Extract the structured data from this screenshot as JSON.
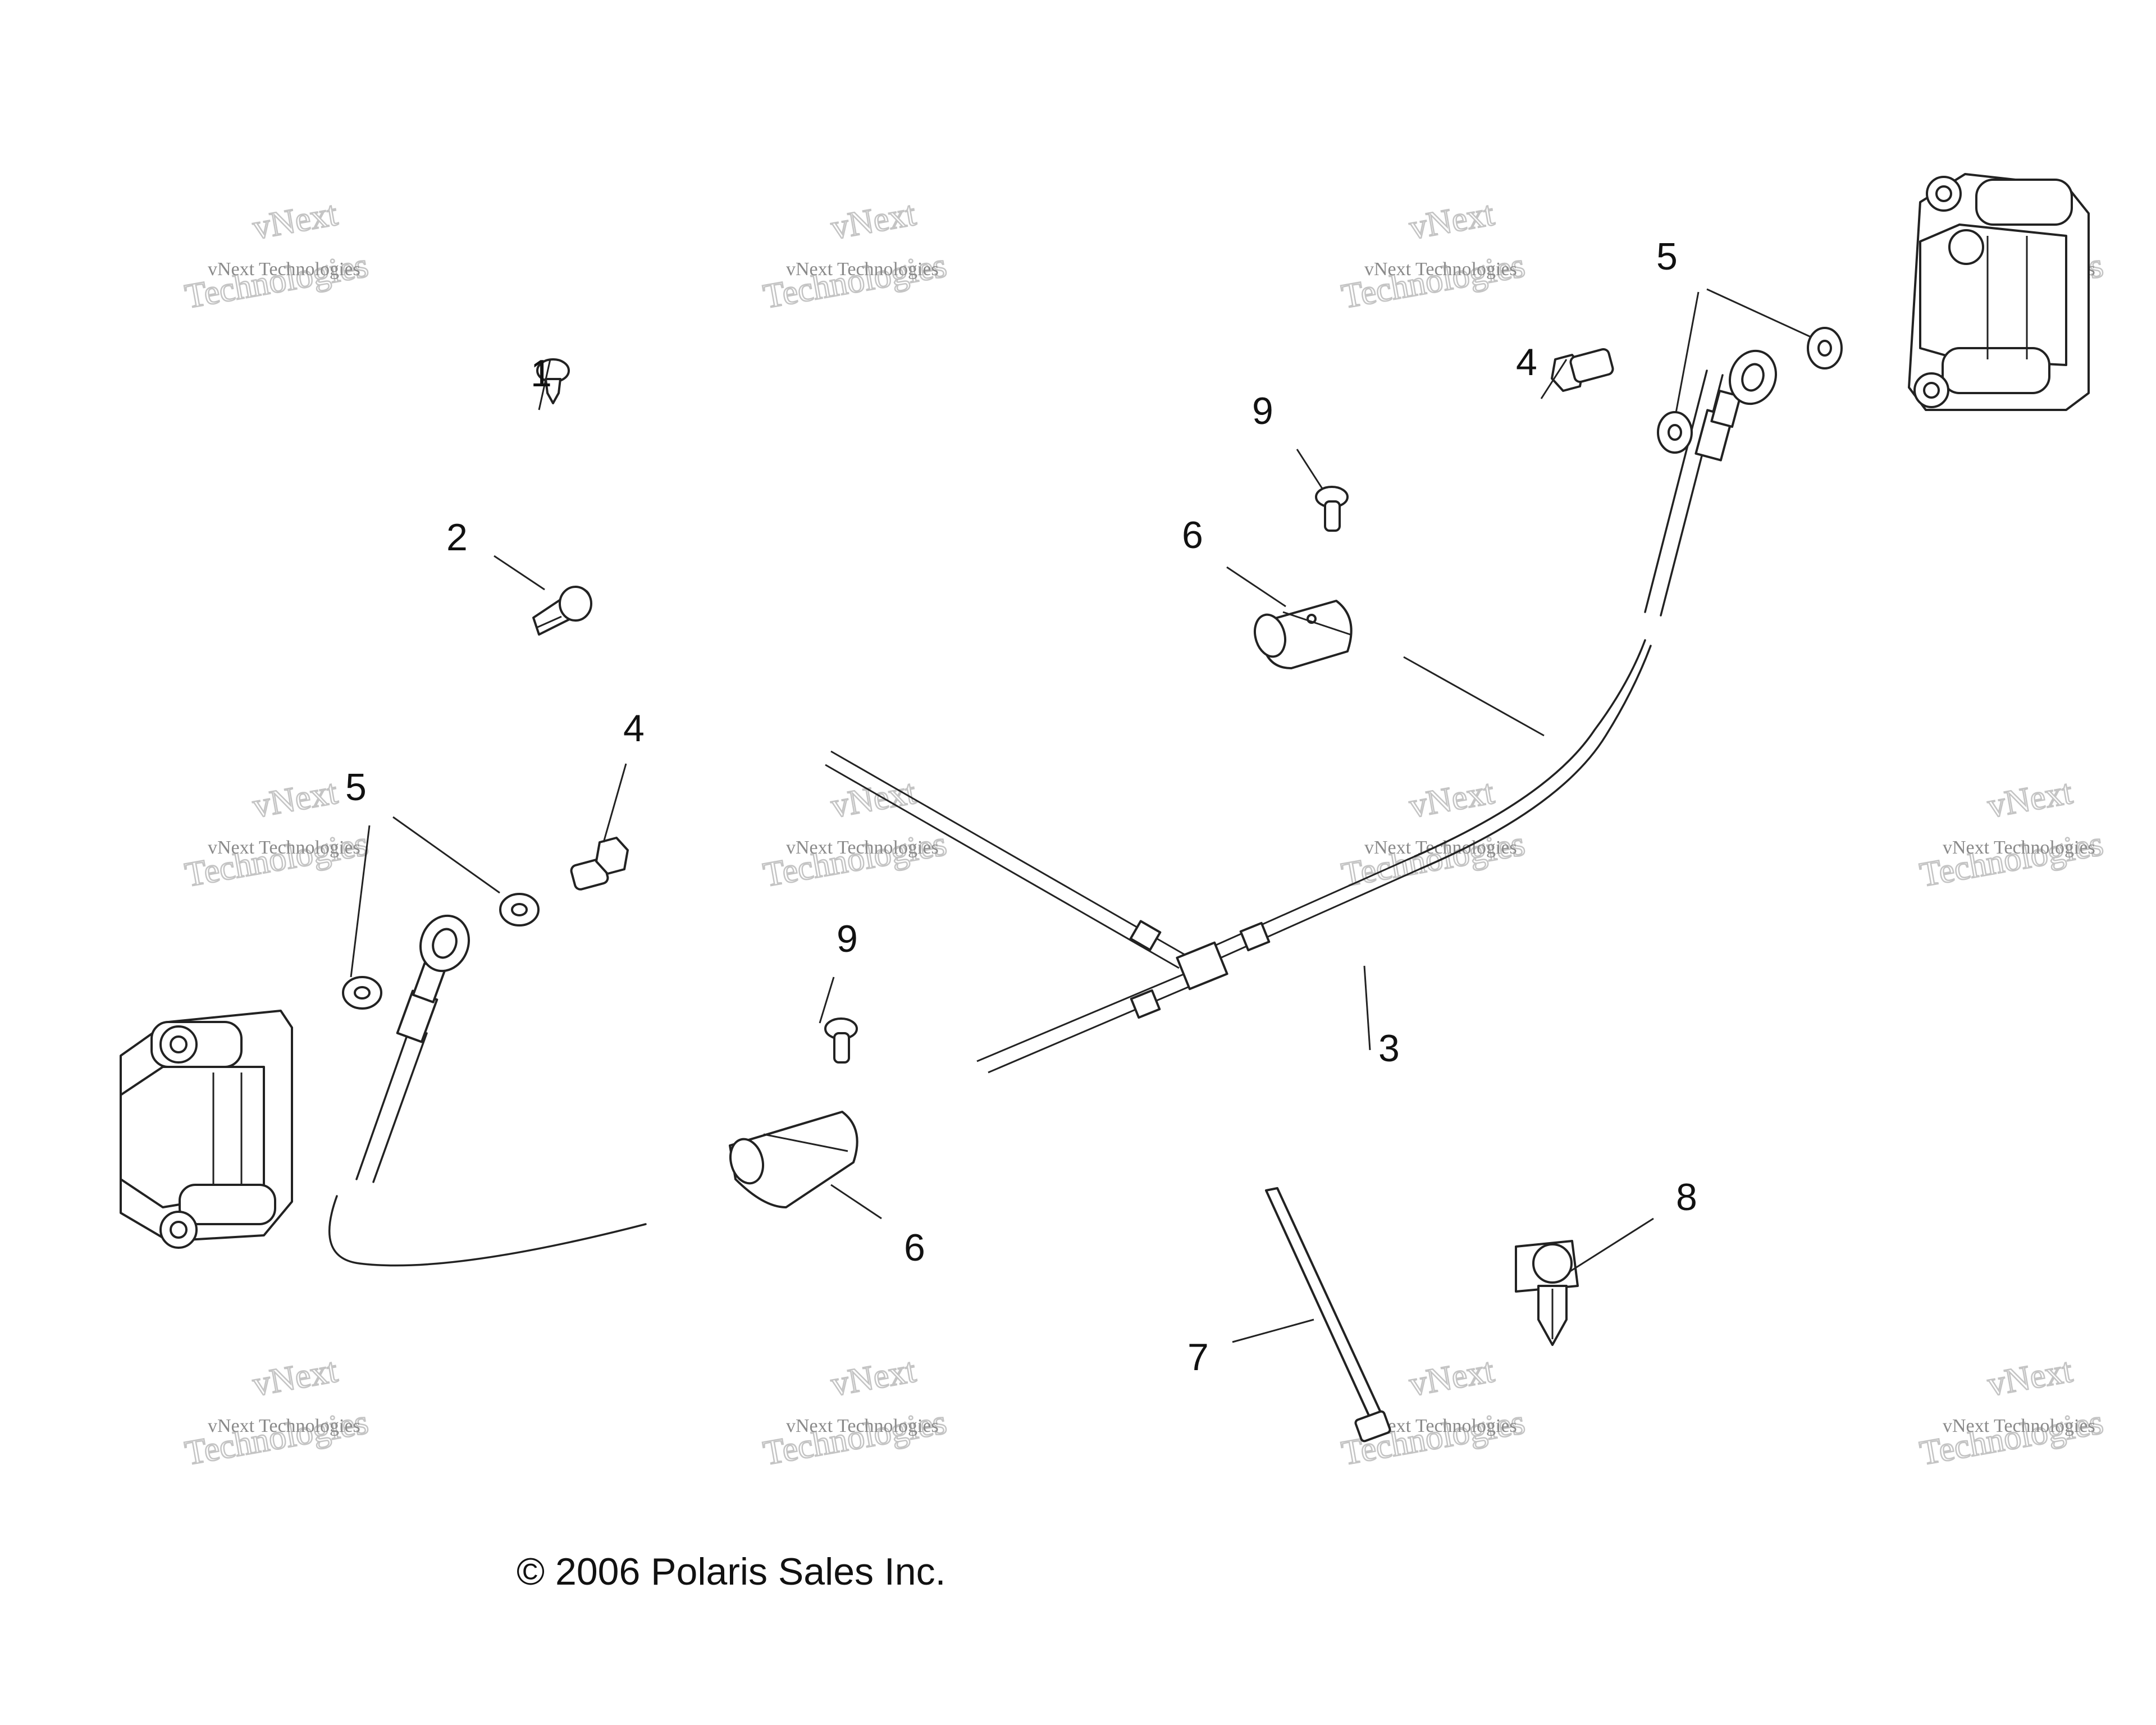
{
  "callouts": [
    {
      "id": "c1",
      "label": "1"
    },
    {
      "id": "c2",
      "label": "2"
    },
    {
      "id": "c3",
      "label": "3"
    },
    {
      "id": "c4a",
      "label": "4"
    },
    {
      "id": "c4b",
      "label": "4"
    },
    {
      "id": "c5a",
      "label": "5"
    },
    {
      "id": "c5b",
      "label": "5"
    },
    {
      "id": "c6a",
      "label": "6"
    },
    {
      "id": "c6b",
      "label": "6"
    },
    {
      "id": "c7",
      "label": "7"
    },
    {
      "id": "c8",
      "label": "8"
    },
    {
      "id": "c9a",
      "label": "9"
    },
    {
      "id": "c9b",
      "label": "9"
    }
  ],
  "watermark": {
    "line1": "vNext Technologies",
    "line2a": "vNext",
    "line2b": "Technologies"
  },
  "copyright": "© 2006 Polaris Sales Inc."
}
